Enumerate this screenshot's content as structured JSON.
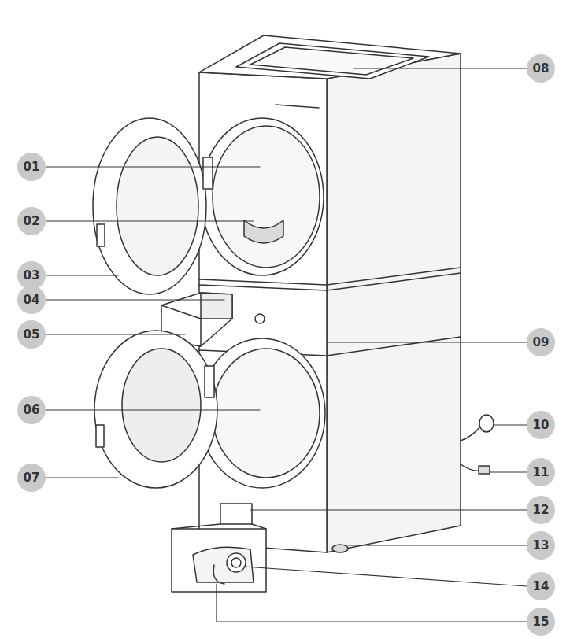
{
  "diagram": {
    "labels": [
      "01",
      "02",
      "03",
      "04",
      "05",
      "06",
      "07",
      "08",
      "09",
      "10",
      "11",
      "12",
      "13",
      "14",
      "15"
    ]
  }
}
